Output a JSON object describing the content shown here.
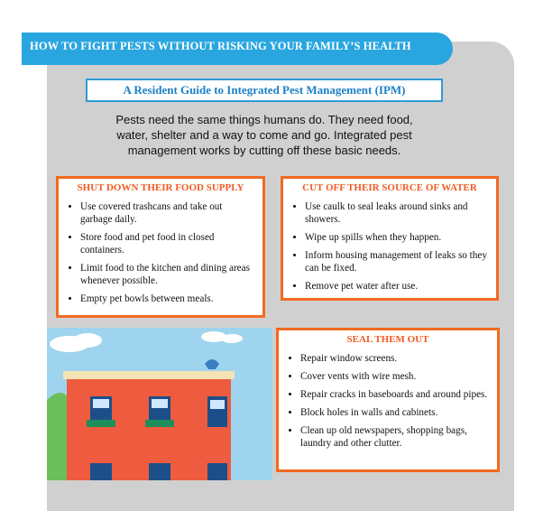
{
  "header": {
    "title": "HOW TO FIGHT PESTS WITHOUT RISKING YOUR FAMILY’S HEALTH"
  },
  "subtitle": "A Resident Guide to Integrated Pest Management (IPM)",
  "intro": "Pests need the same things humans do. They need food, water, shelter and a way to come and go. Integrated pest management works by cutting off these basic needs.",
  "sections": {
    "food": {
      "title": "SHUT DOWN THEIR FOOD SUPPLY",
      "items": [
        "Use covered trashcans and take out garbage daily.",
        "Store food and pet food in closed containers.",
        "Limit food to the kitchen and dining areas whenever possible.",
        "Empty pet bowls between meals."
      ]
    },
    "water": {
      "title": "CUT OFF THEIR SOURCE OF WATER",
      "items": [
        "Use caulk to seal leaks around sinks and showers.",
        "Wipe up spills when they happen.",
        "Inform housing management of leaks so they can be fixed.",
        "Remove pet water after use."
      ]
    },
    "seal": {
      "title": "SEAL THEM OUT",
      "items": [
        "Repair window screens.",
        "Cover vents with wire mesh.",
        "Repair cracks in baseboards and around pipes.",
        "Block holes in walls and cabinets.",
        "Clean up old newspapers, shopping bags, laundry and other clutter."
      ]
    }
  },
  "colors": {
    "header_blue": "#29a6df",
    "orange": "#f26a21",
    "panel_gray": "#d0d0d0",
    "building": "#ef5b3e"
  }
}
